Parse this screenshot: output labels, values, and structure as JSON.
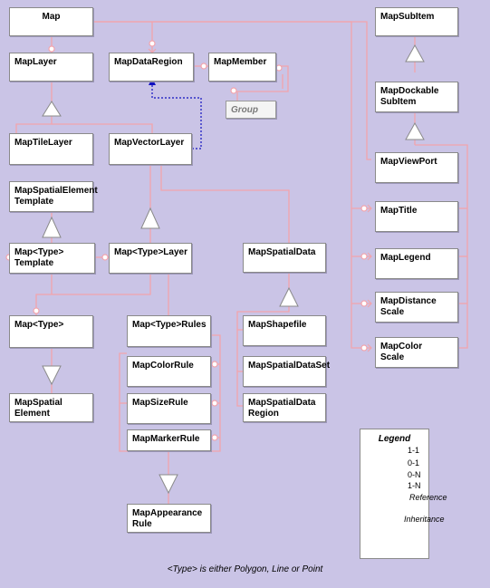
{
  "nodes": {
    "map": "Map",
    "map_layer": "MapLayer",
    "map_data_region": "MapDataRegion",
    "map_member": "MapMember",
    "group": "Group",
    "map_tile_layer": "MapTileLayer",
    "map_vector_layer": "MapVectorLayer",
    "map_spatial_element_template": "MapSpatialElement\nTemplate",
    "map_type_template": "Map<Type>\nTemplate",
    "map_type_layer": "Map<Type>Layer",
    "map_spatial_data": "MapSpatialData",
    "map_type": "Map<Type>",
    "map_type_rules": "Map<Type>Rules",
    "map_shapefile": "MapShapefile",
    "map_color_rule": "MapColorRule",
    "map_spatial_data_set": "MapSpatialDataSet",
    "map_spatial_element": "MapSpatial\nElement",
    "map_size_rule": "MapSizeRule",
    "map_spatial_data_region": "MapSpatialData\nRegion",
    "map_marker_rule": "MapMarkerRule",
    "map_appearance_rule": "MapAppearance\nRule",
    "map_sub_item": "MapSubItem",
    "map_dockable_sub_item": "MapDockable\nSubItem",
    "map_view_port": "MapViewPort",
    "map_title": "MapTitle",
    "map_legend": "MapLegend",
    "map_distance_scale": "MapDistance\nScale",
    "map_color_scale": "MapColor\nScale"
  },
  "legend": {
    "title": "Legend",
    "one_to_one": "1-1",
    "zero_to_one": "0-1",
    "zero_to_n": "0-N",
    "one_to_n": "1-N",
    "reference": "Reference",
    "inheritance": "Inheritance"
  },
  "footnote": "<Type> is either Polygon, Line or Point",
  "colors": {
    "background": "#cac4e6",
    "connector": "#f2a4ac",
    "reference": "#1010c0",
    "box_border": "#8a8a8a"
  }
}
